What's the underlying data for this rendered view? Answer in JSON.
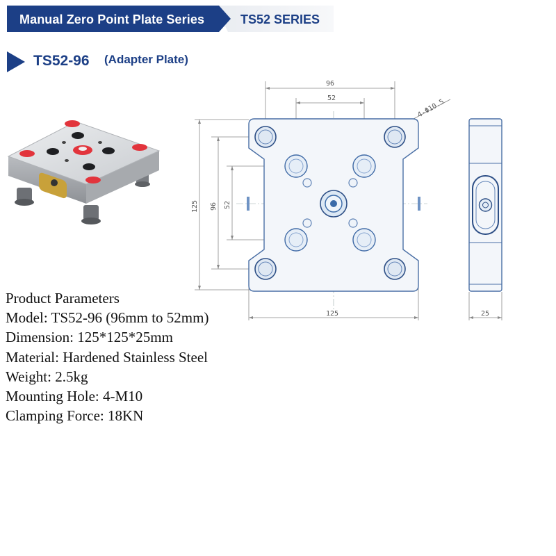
{
  "banner": {
    "left_label": "Manual Zero Point Plate Series",
    "right_label": "TS52 SERIES",
    "colors": {
      "primary": "#1c3f86",
      "secondary": "#eef0f3"
    }
  },
  "section": {
    "code": "TS52-96",
    "subtitle": "(Adapter Plate)",
    "marker_icon": "triangle-right-icon"
  },
  "drawing": {
    "front_view": {
      "width_label": "125",
      "height_label": "125",
      "outer_spacing_label": "96",
      "inner_spacing_label": "52",
      "outer_vertical_label": "96",
      "inner_vertical_label": "52",
      "hole_callout": "4-Φ10.5"
    },
    "side_view": {
      "thickness_label": "25"
    }
  },
  "parameters": {
    "heading": "Product Parameters",
    "lines": [
      "Model: TS52-96 (96mm to 52mm)",
      "Dimension: 125*125*25mm",
      "Material: Hardened Stainless Steel",
      "Weight: 2.5kg",
      "Mounting Hole: 4-M10",
      "Clamping Force: 18KN"
    ]
  }
}
